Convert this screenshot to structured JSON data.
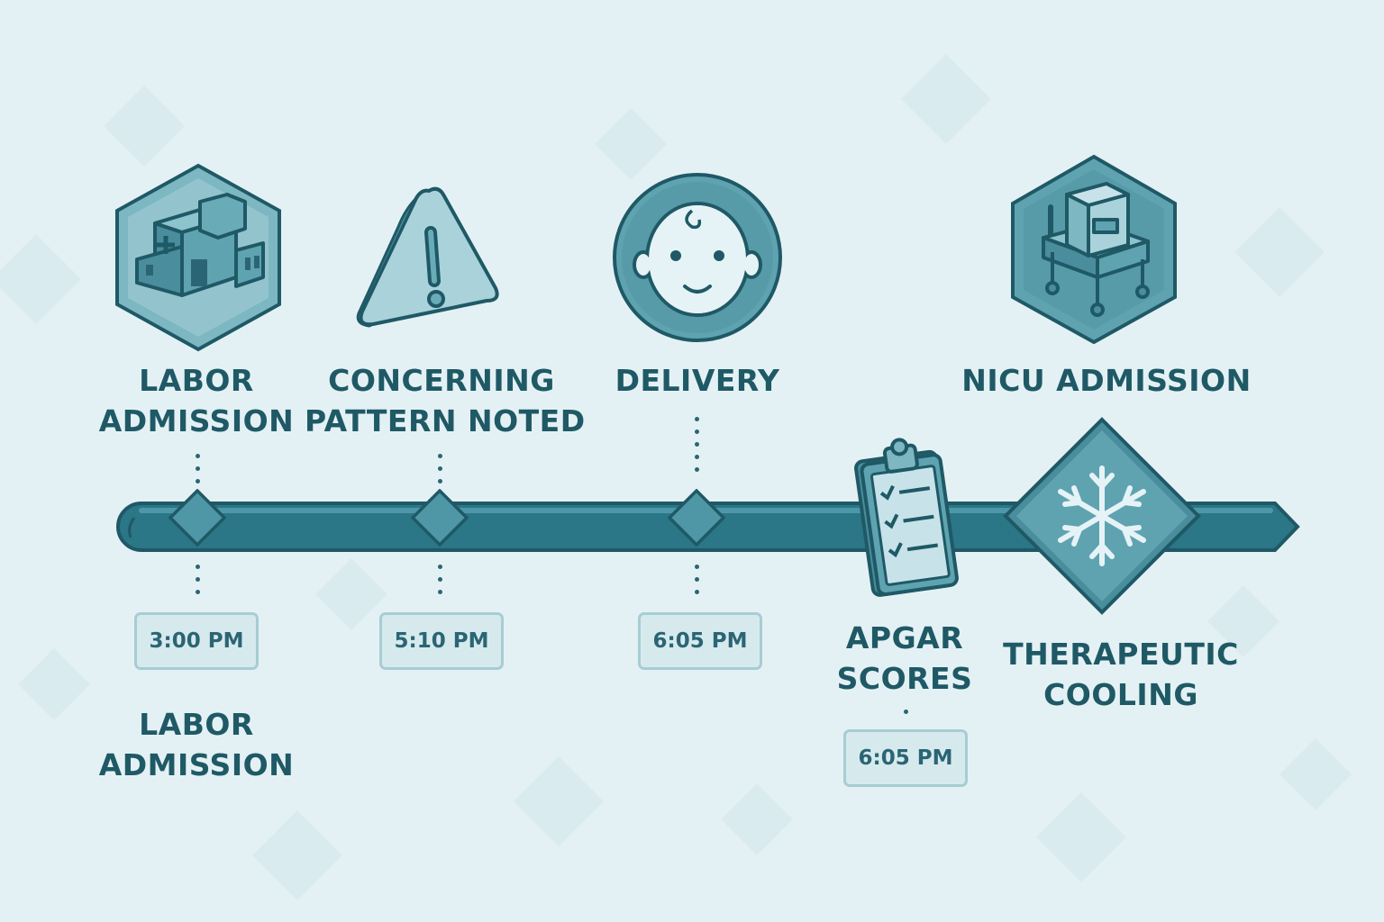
{
  "events": {
    "labor_admission": {
      "line1": "LABOR",
      "line2": "ADMISSION",
      "time": "3:00 PM"
    },
    "concerning_pattern": {
      "line1": "CONCERNING",
      "line2": "PATTERN NOTED",
      "time": "5:10 PM"
    },
    "delivery": {
      "label": "DELIVERY",
      "time": "6:05 PM"
    },
    "apgar": {
      "line1": "APGAR",
      "line2": "SCORES",
      "time": "6:05 PM"
    },
    "nicu_admission": {
      "label": "NICU ADMISSION"
    },
    "cooling": {
      "line1": "THERAPEUTIC",
      "line2": "COOLING"
    },
    "lower_label": {
      "line1": "LABOR",
      "line2": "ADMISSION"
    }
  },
  "icons": [
    "hospital-icon",
    "warning-icon",
    "baby-face-icon",
    "incubator-icon",
    "clipboard-checklist-icon",
    "snowflake-icon"
  ],
  "colors": {
    "background": "#e4f1f4",
    "timeline": "#2b7687",
    "icon_fill": "#5fa3b1",
    "outline": "#1f5966",
    "text": "#1f5966"
  }
}
